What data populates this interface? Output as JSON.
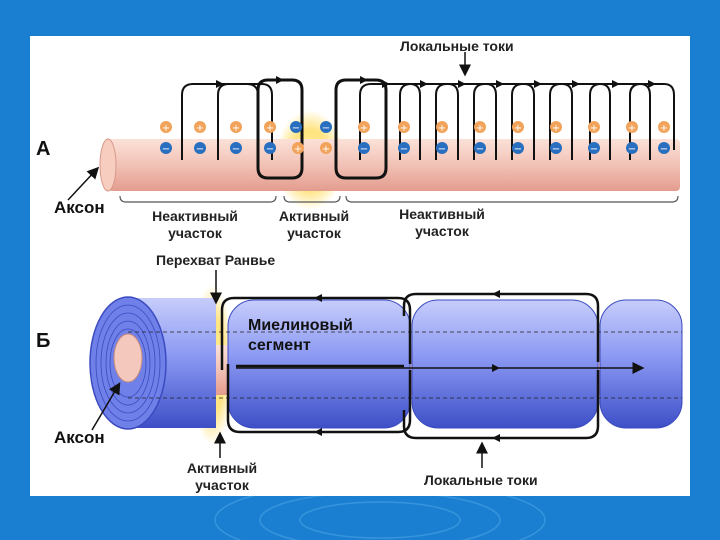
{
  "colors": {
    "background": "#1a7fd0",
    "panel": "#ffffff",
    "axon": "#f2c2b6",
    "myelin": "#7f8ff0",
    "plus_charge": "#f2a35a",
    "minus_charge": "#2a6fbf",
    "active_glow": "#ffd84a",
    "arrows": "#111111"
  },
  "icons": {
    "plus": "plus-charge-icon",
    "minus": "minus-charge-icon"
  },
  "labels": {
    "local_currents_top": "Локальные токи",
    "panel_a": "А",
    "axon_a": "Аксон",
    "inactive_left": [
      "Неактивный",
      "участок"
    ],
    "active_a": [
      "Активный",
      "участок"
    ],
    "inactive_right": [
      "Неактивный",
      "участок"
    ],
    "node_of_ranvier": "Перехват Ранвье",
    "panel_b": "Б",
    "myelin_segment": [
      "Миелиновый",
      "сегмент"
    ],
    "axon_b": "Аксон",
    "active_b": [
      "Активный",
      "участок"
    ],
    "local_currents_bottom": "Локальные токи"
  }
}
